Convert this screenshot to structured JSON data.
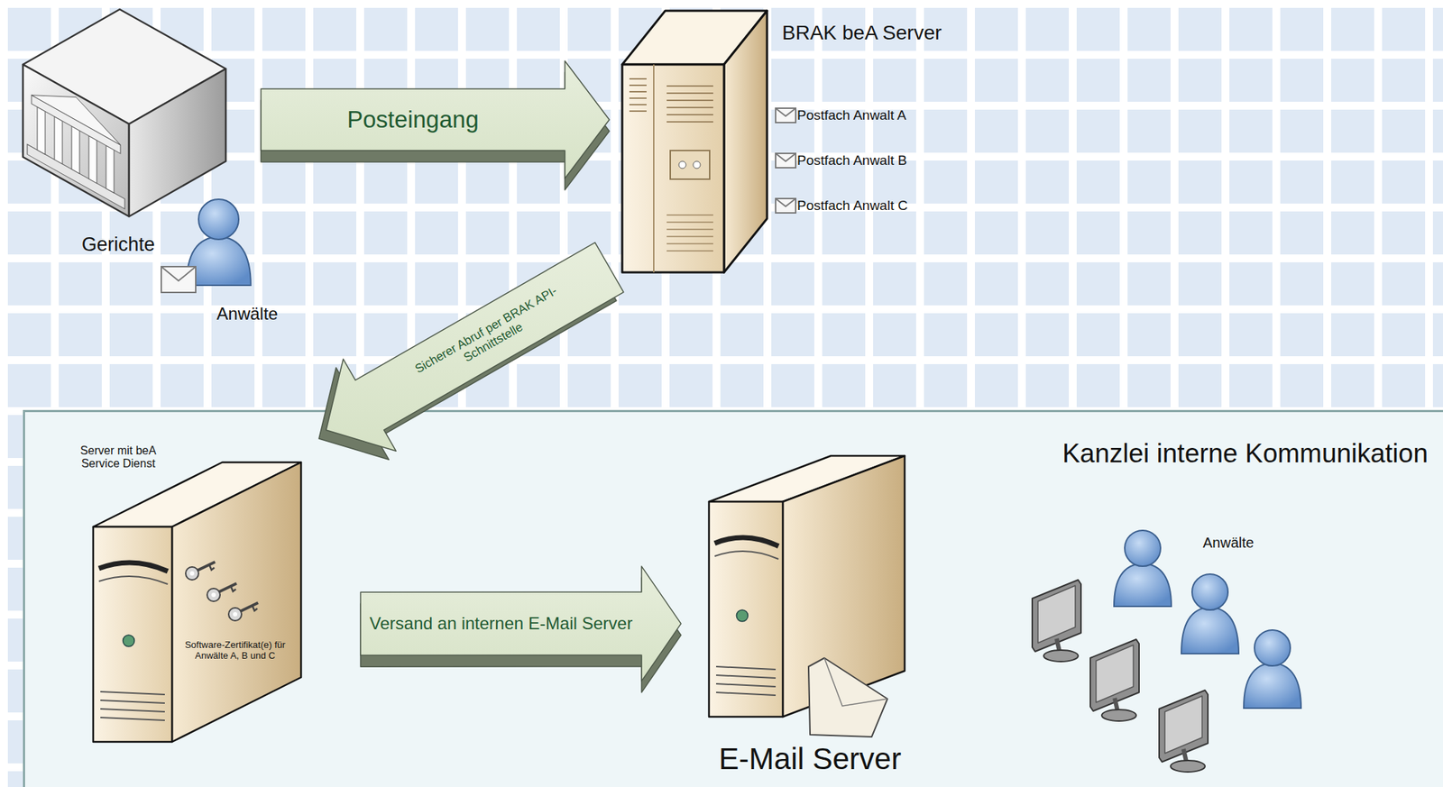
{
  "diagram": {
    "nodes": [
      {
        "text": [
          "Gerichte"
        ]
      },
      {
        "text": [
          "Anwälte"
        ]
      },
      {
        "text": [
          "BRAK beA Server",
          "Postfach Anwalt A",
          "Postfach Anwalt B",
          "Postfach Anwalt C"
        ]
      },
      {
        "text": [
          "Kanzlei interne Kommunikation"
        ]
      },
      {
        "text": [
          "Server mit beA Service Dienst",
          "Software-Zertifikat(e) für Anwälte A, B und C"
        ],
        "in": 3
      },
      {
        "text": [
          "E-Mail Server"
        ],
        "in": 3
      },
      {
        "text": [
          "Anwälte"
        ],
        "in": 3
      }
    ],
    "edges": [
      {
        "from": 0,
        "to": 2,
        "arrow": "to",
        "label": "Posteingang"
      },
      {
        "from": 2,
        "to": 4,
        "arrow": "to",
        "label": "Sicherer Abruf per BRAK API-Schnittstelle"
      },
      {
        "from": 4,
        "to": 5,
        "arrow": "to",
        "label": "Versand an internen E-Mail Server"
      }
    ]
  }
}
